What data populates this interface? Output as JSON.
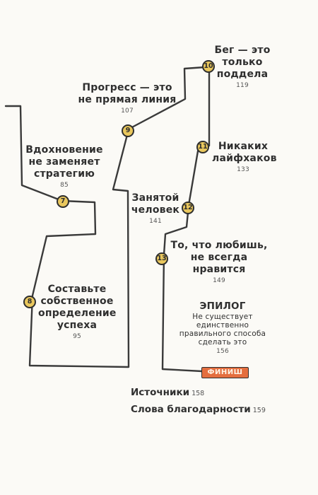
{
  "chapters": [
    {
      "number": "7",
      "title": "Вдохновение\nне заменяет\nстратегию",
      "page": "85"
    },
    {
      "number": "8",
      "title": "Составьте\nсобственное\nопределение\nуспеха",
      "page": "95"
    },
    {
      "number": "9",
      "title": "Прогресс — это\nне прямая линия",
      "page": "107"
    },
    {
      "number": "10",
      "title": "Бег — это\nтолько\nподдела",
      "page": "119"
    },
    {
      "number": "11",
      "title": "Никаких\nлайфхаков",
      "page": "133"
    },
    {
      "number": "12",
      "title": "Занятой\nчеловек",
      "page": "141"
    },
    {
      "number": "13",
      "title": "То, что любишь,\nне всегда\nнравится",
      "page": "149"
    }
  ],
  "epilogue": {
    "title": "ЭПИЛОГ",
    "subtitle": "Не существует\nединственно\nправильного способа\nсделать это",
    "page": "156"
  },
  "finish_label": "ФИНИШ",
  "back_matter": [
    {
      "title": "Источники",
      "page": "158"
    },
    {
      "title": "Слова благодарности",
      "page": "159"
    }
  ],
  "colors": {
    "stop_fill": "#e9c75d",
    "finish_fill": "#e46e3f",
    "line": "#3a3a3a",
    "background": "#fbfaf6"
  }
}
